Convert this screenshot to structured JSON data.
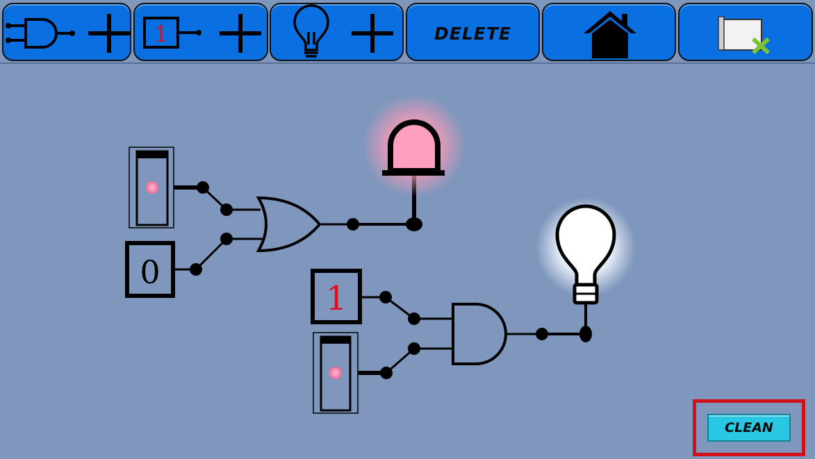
{
  "toolbar": {
    "add_gate": {
      "icon": "and-gate-icon"
    },
    "add_input": {
      "icon": "input-box-icon",
      "digit": "1"
    },
    "add_bulb": {
      "icon": "bulb-icon"
    },
    "delete_label": "DELETE",
    "home": {
      "icon": "home-icon"
    },
    "exit": {
      "icon": "close-document-icon"
    }
  },
  "circuit": {
    "input_box_a": "0",
    "input_box_b": "1",
    "gates": [
      "or-gate",
      "and-gate"
    ],
    "alarm_state": "on",
    "bulb_state": "on"
  },
  "clean_label": "CLEAN",
  "colors": {
    "background": "#7f97bc",
    "button": "#0a6fe0",
    "clean_button": "#29c7e3",
    "highlight": "#d0101a",
    "digit_red": "#e0101a",
    "glow_pink": "#ff9fc0"
  }
}
